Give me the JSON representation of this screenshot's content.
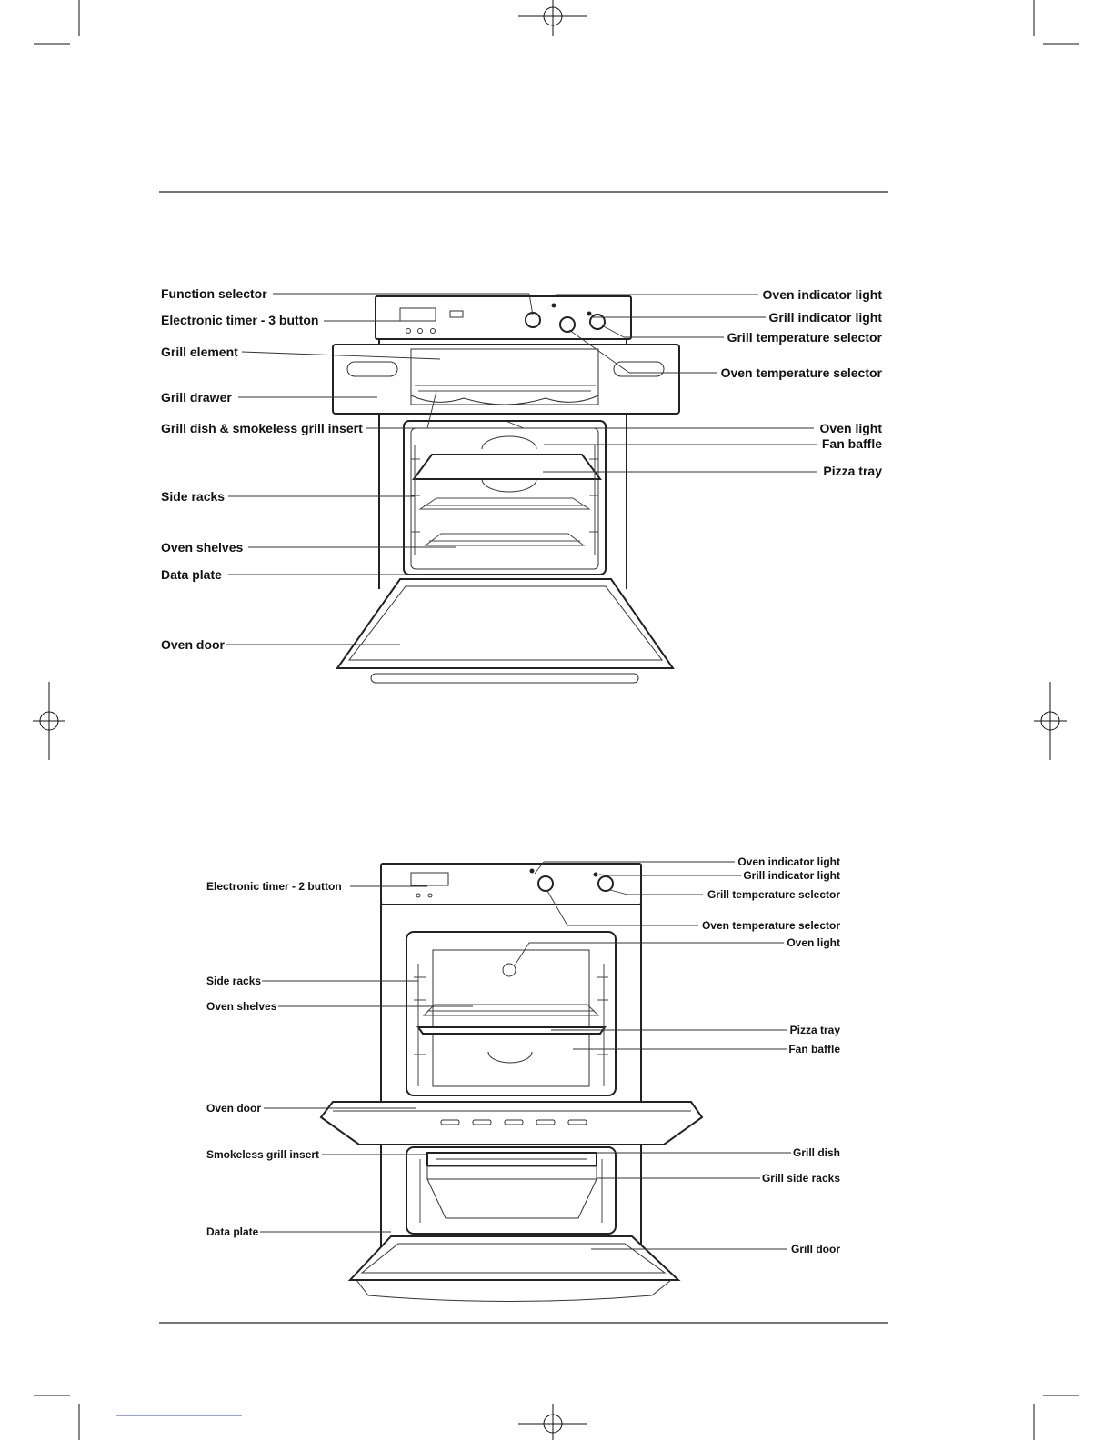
{
  "diagram_top": {
    "labels": {
      "function_selector": "Function selector",
      "electronic_timer_3": "Electronic timer - 3 button",
      "grill_element": "Grill element",
      "grill_drawer": "Grill drawer",
      "grill_dish_insert": "Grill dish & smokeless grill insert",
      "side_racks": "Side racks",
      "oven_shelves": "Oven shelves",
      "data_plate": "Data plate",
      "oven_door": "Oven door",
      "oven_indicator_light": "Oven indicator light",
      "grill_indicator_light": "Grill indicator light",
      "grill_temperature_selector": "Grill temperature selector",
      "oven_temperature_selector": "Oven temperature selector",
      "oven_light": "Oven light",
      "fan_baffle": "Fan baffle",
      "pizza_tray": "Pizza tray"
    }
  },
  "diagram_bottom": {
    "labels": {
      "electronic_timer_2": "Electronic timer - 2 button",
      "side_racks": "Side racks",
      "oven_shelves": "Oven shelves",
      "oven_door": "Oven door",
      "smokeless_grill_insert": "Smokeless grill insert",
      "data_plate": "Data plate",
      "oven_indicator_light": "Oven indicator light",
      "grill_indicator_light": "Grill indicator light",
      "grill_temperature_selector": "Grill temperature selector",
      "oven_temperature_selector": "Oven temperature selector",
      "oven_light": "Oven light",
      "pizza_tray": "Pizza tray",
      "fan_baffle": "Fan baffle",
      "grill_dish": "Grill dish",
      "grill_side_racks": "Grill side racks",
      "grill_door": "Grill door"
    }
  },
  "colors": {
    "line": "#222222",
    "text": "#111111",
    "footer_link": "#3344cc"
  }
}
